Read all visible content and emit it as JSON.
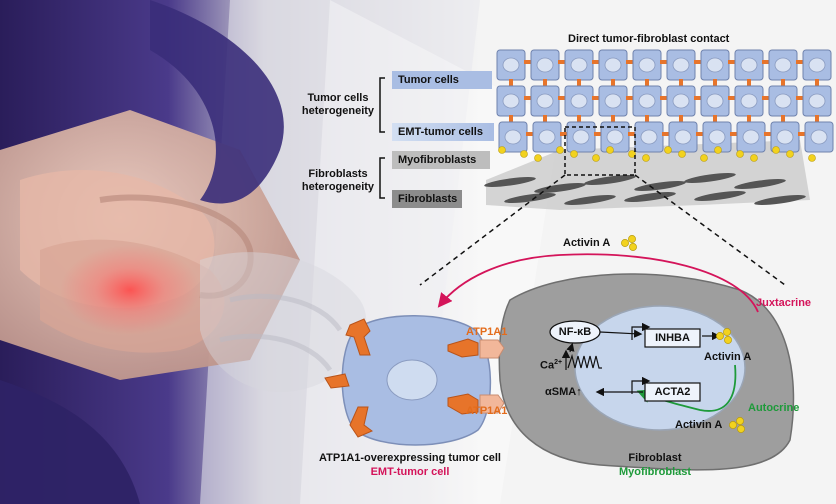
{
  "diagram": {
    "contact_title": "Direct tumor-fibroblast contact",
    "tumor_heterogeneity": {
      "line1": "Tumor cells",
      "line2": "heterogeneity",
      "items": [
        "Tumor cells",
        "EMT-tumor cells"
      ]
    },
    "fibroblast_heterogeneity": {
      "line1": "Fibroblasts",
      "line2": "heterogeneity",
      "items": [
        "Myofibroblasts",
        "Fibroblasts"
      ]
    },
    "detail": {
      "activin_top": "Activin A",
      "juxtacrine": "Juxtacrine",
      "autocrine": "Autocrine",
      "nfkb": "NF-κB",
      "inhba": "INHBA",
      "acta2": "ACTA2",
      "activin_mid": "Activin A",
      "activin_bottom": "Activin A",
      "ca": "Ca",
      "ca_sup": "2+",
      "asma": "αSMA↑",
      "atp1a1_top": "ATP1A1",
      "atp1a1_bottom": "ATP1A1",
      "tumor_cell_label": "ATP1A1-overexpressing tumor cell",
      "tumor_cell_sub": "EMT-tumor cell",
      "fibroblast_label": "Fibroblast",
      "fibroblast_sub": "Myofibroblast"
    },
    "colors": {
      "tumor_box": "#a9bde3",
      "fibro_box": "#bdbdbd",
      "fibro_box_dark": "#8c8c8c",
      "receptor": "#e7742a",
      "activin": "#f2d21e",
      "juxtacrine": "#d4145a",
      "autocrine": "#1e9a3a"
    }
  }
}
